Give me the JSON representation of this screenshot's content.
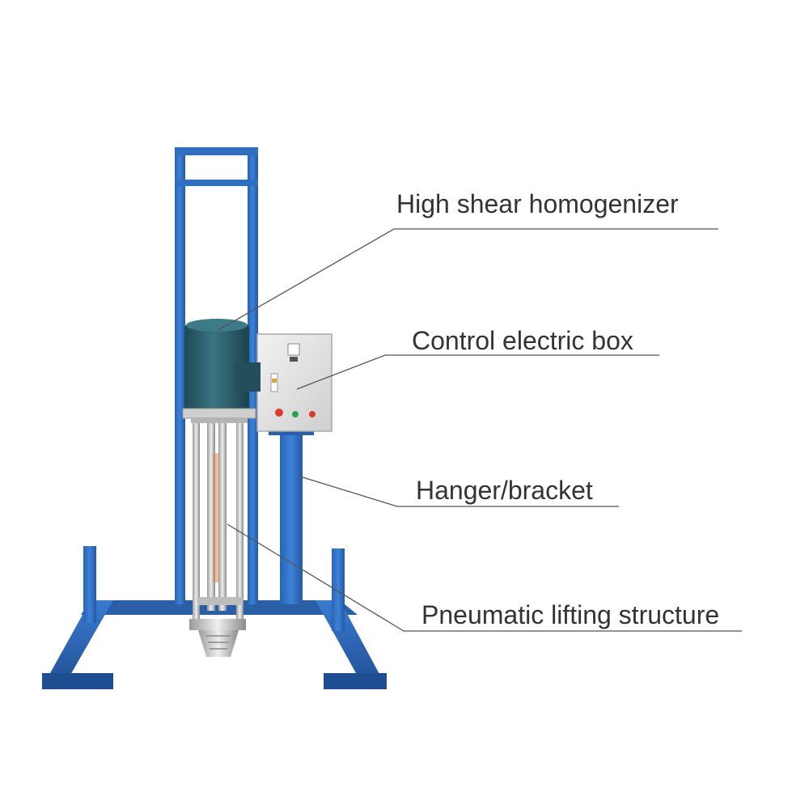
{
  "diagram": {
    "labels": {
      "homogenizer": "High shear homogenizer",
      "control_box": "Control electric box",
      "hanger": "Hanger/bracket",
      "lifting": "Pneumatic lifting structure"
    },
    "colors": {
      "frame_blue": "#2f6fc0",
      "motor_teal": "#2b5b66",
      "box_gray": "#e6e6e6",
      "steel": "#c9c9c9",
      "leader_line": "#555555"
    }
  }
}
